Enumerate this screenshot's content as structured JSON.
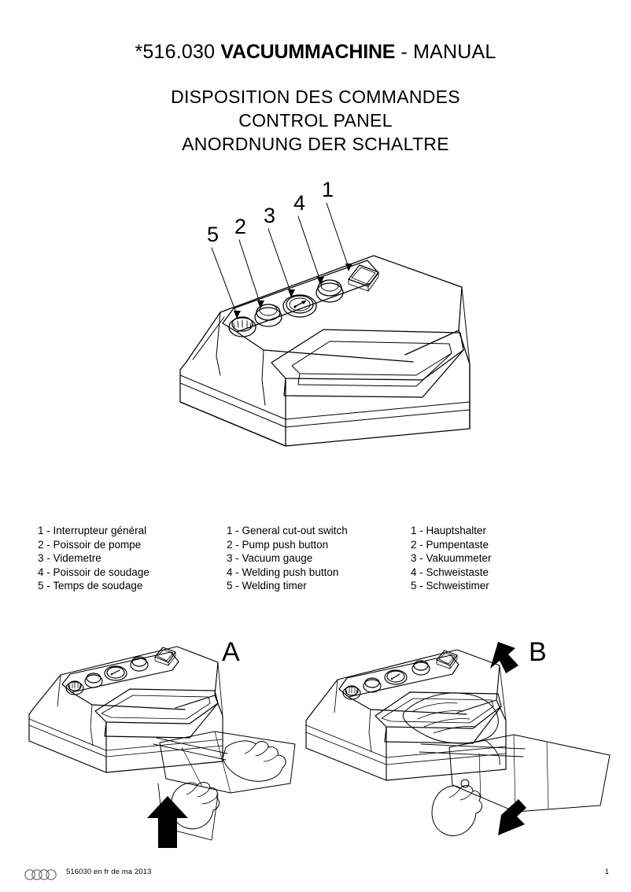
{
  "document": {
    "title_code": "*516.030",
    "title_strong": "VACUUMMACHINE",
    "title_suffix": "- MANUAL",
    "subtitle_fr": "DISPOSITION DES COMMANDES",
    "subtitle_en": "CONTROL PANEL",
    "subtitle_de": "ANORDNUNG DER SCHALTRE"
  },
  "diagram": {
    "callouts": [
      "1",
      "2",
      "3",
      "4",
      "5"
    ],
    "callout_5": "5",
    "callout_2": "2",
    "callout_3": "3",
    "callout_4": "4",
    "callout_1": "1"
  },
  "legend": {
    "french": [
      "1 - Interrupteur général",
      "2 - Poissoir de pompe",
      "3 - Videmetre",
      "4 - Poissoir de soudage",
      "5 - Temps de soudage"
    ],
    "english": [
      "1 - General cut-out switch",
      "2 - Pump push button",
      "3 - Vacuum gauge",
      "4 - Welding push button",
      "5 - Welding timer"
    ],
    "german": [
      "1 - Hauptshalter",
      "2 - Pumpentaste",
      "3 - Vakuummeter",
      "4 - Schweistaste",
      "5 - Schweistimer"
    ]
  },
  "figures": {
    "a_label": "A",
    "b_label": "B"
  },
  "footer": {
    "reference": "516030 en fr de ma 2013",
    "page_number": "1"
  },
  "colors": {
    "ink": "#000000",
    "paper": "#ffffff"
  }
}
